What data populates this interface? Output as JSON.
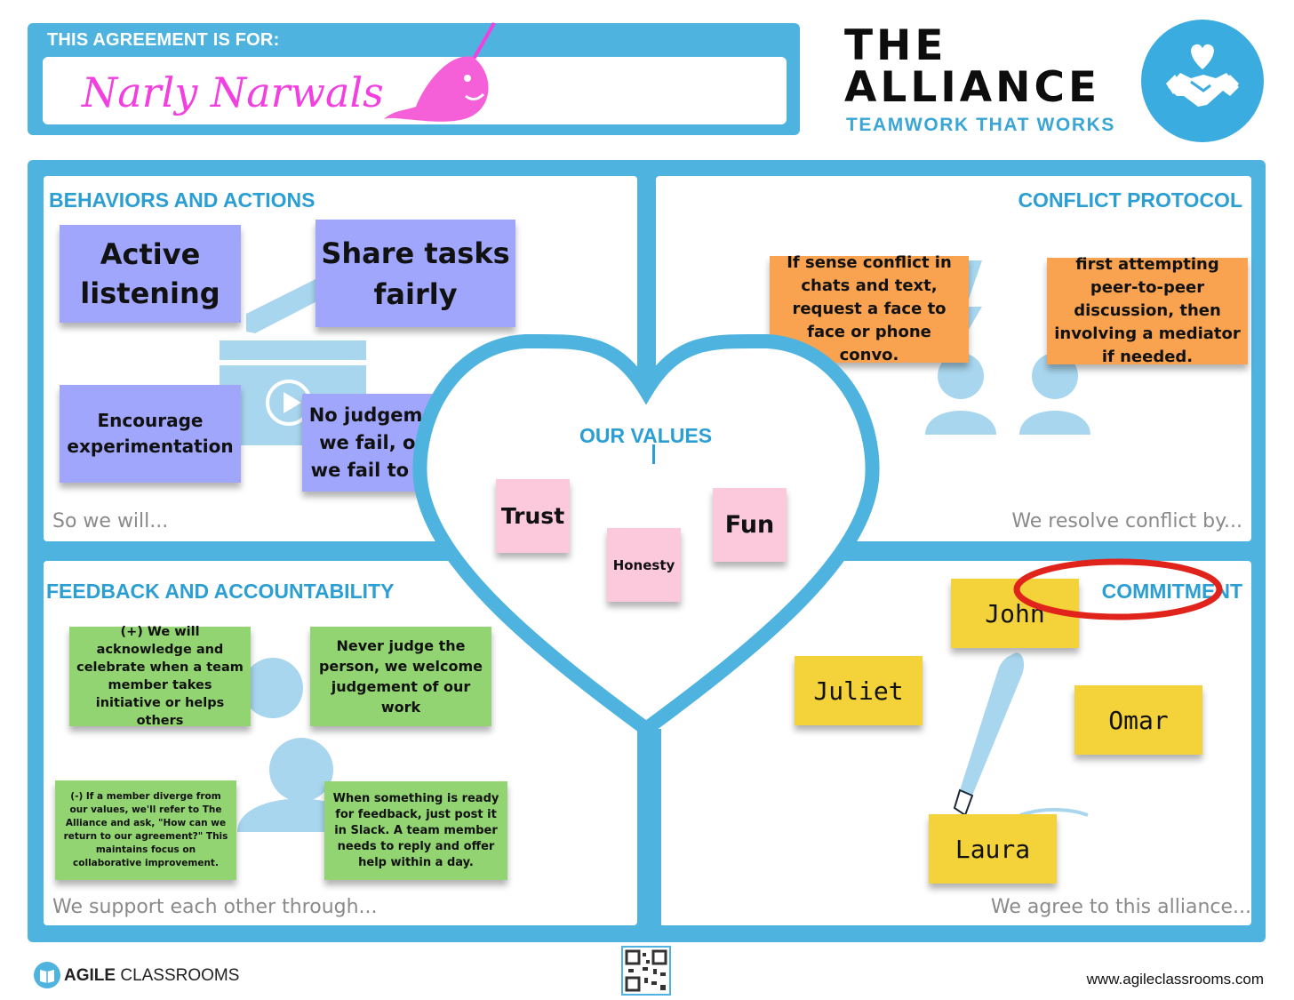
{
  "header": {
    "agreement_label": "THIS AGREEMENT IS FOR:",
    "team_name": "Narly Narwals"
  },
  "brand": {
    "title": "THE\nALLIANCE",
    "tagline": "TEAMWORK THAT WORKS",
    "icon": "heart-handshake-icon"
  },
  "sections": {
    "behaviors": {
      "title": "BEHAVIORS AND ACTIONS",
      "footer": "So we will...",
      "notes": [
        "Active listening",
        "Share tasks fairly",
        "Encourage experimentation",
        "No judgement if we fail, only if we fail to learn."
      ]
    },
    "conflict": {
      "title": "CONFLICT PROTOCOL",
      "footer": "We resolve conflict by...",
      "notes": [
        "If sense conflict in chats and text, request a face to face or phone convo.",
        "first attempting peer-to-peer discussion, then involving a mediator if needed."
      ]
    },
    "values": {
      "title": "OUR VALUES",
      "notes": [
        "Trust",
        "Honesty",
        "Fun"
      ]
    },
    "feedback": {
      "title": "FEEDBACK AND ACCOUNTABILITY",
      "footer": "We support each other through...",
      "notes": [
        "(+) We will acknowledge and celebrate when a team member takes initiative or helps others",
        "Never judge the person, we welcome judgement of our work",
        "(-) If a  member diverge from our values, we'll refer to The Alliance and ask, \"How can we return to our agreement?\" This maintains focus on collaborative improvement.",
        "When something is ready for feedback, just post it in Slack.  A team member needs to reply and offer help within a day."
      ]
    },
    "commitment": {
      "title": "COMMITMENT",
      "footer": "We  agree to this alliance...",
      "names": [
        "John",
        "Juliet",
        "Omar",
        "Laura"
      ]
    }
  },
  "footer": {
    "brand_bold": "AGILE",
    "brand_rest": " CLASSROOMS",
    "url": "www.agileclassrooms.com"
  },
  "colors": {
    "frame": "#4eb3de",
    "title_blue": "#2b9fd4",
    "team_pink": "#f23fe0",
    "note_purple": "#a0a6fc",
    "note_orange": "#f9a24f",
    "note_green": "#92d471",
    "note_pink": "#fbc8dc",
    "note_yellow": "#f4d33a",
    "highlight_red": "#e0231b"
  }
}
